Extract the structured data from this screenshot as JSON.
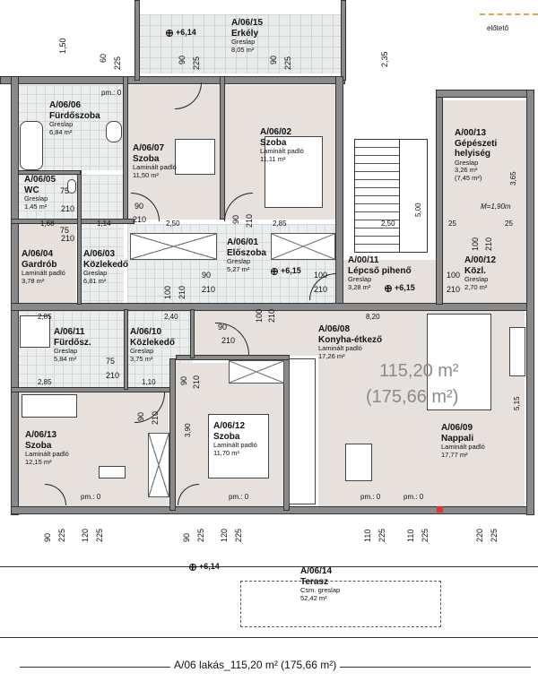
{
  "rooms": {
    "erkely": {
      "id": "A/06/15",
      "name": "Erkély",
      "material": "Greslap",
      "area": "8,05 m²"
    },
    "furdo1": {
      "id": "A/06/06",
      "name": "Fürdőszoba",
      "material": "Greslap",
      "area": "6,84 m²"
    },
    "szoba7": {
      "id": "A/06/07",
      "name": "Szoba",
      "material": "Laminált padló",
      "area": "11,50 m²"
    },
    "szoba2": {
      "id": "A/06/02",
      "name": "Szoba",
      "material": "Laminált padló",
      "area": "11,11 m²"
    },
    "gepesz": {
      "id": "A/00/13",
      "name": "Gépészeti",
      "name2": "helyiség",
      "material": "Greslap",
      "area": "3,26 m²",
      "area2": "(7,45 m²)"
    },
    "wc": {
      "id": "A/06/05",
      "name": "WC",
      "material": "Greslap",
      "area": "1,45 m²"
    },
    "gardrob": {
      "id": "A/06/04",
      "name": "Gardrób",
      "material": "Laminált padló",
      "area": "3,78 m²"
    },
    "kozl3": {
      "id": "A/06/03",
      "name": "Közlekedő",
      "material": "Greslap",
      "area": "6,81 m²"
    },
    "eloszoba": {
      "id": "A/06/01",
      "name": "Előszoba",
      "material": "Greslap",
      "area": "5,27 m²"
    },
    "lepcso": {
      "id": "A/00/11",
      "name": "Lépcső pihenő",
      "material": "Greslap",
      "area": "3,28 m²"
    },
    "kozl12": {
      "id": "A/00/12",
      "name": "Közl.",
      "material": "Greslap",
      "area": "2,70 m²"
    },
    "furdo11": {
      "id": "A/06/11",
      "name": "Fürdősz.",
      "material": "Greslap",
      "area": "5,84 m²"
    },
    "kozl10": {
      "id": "A/06/10",
      "name": "Közlekedő",
      "material": "Greslap",
      "area": "3,75 m²"
    },
    "konyha": {
      "id": "A/06/08",
      "name": "Konyha-étkező",
      "material": "Laminált padló",
      "area": "17,26 m²"
    },
    "szoba13": {
      "id": "A/06/13",
      "name": "Szoba",
      "material": "Laminált padló",
      "area": "12,15 m²"
    },
    "szoba12": {
      "id": "A/06/12",
      "name": "Szoba",
      "material": "Laminált padló",
      "area": "11,70 m²"
    },
    "nappali": {
      "id": "A/06/09",
      "name": "Nappali",
      "material": "Laminált padló",
      "area": "17,77 m²"
    },
    "terasz": {
      "id": "A/06/14",
      "name": "Terasz",
      "material": "Csm. greslap",
      "area": "52,42 m²"
    }
  },
  "totals": {
    "net": "115,20 m²",
    "gross": "(175,66 m²)"
  },
  "footer": {
    "apartment": "A/06 lakás_115,20  m² (175,66 m²)"
  },
  "labels": {
    "eloteto": "előtető",
    "stair_height": "M=1,90m"
  },
  "levels": {
    "l1": "+6,14",
    "l2": "+6,15",
    "l3": "+6,15",
    "l4": "+6,14"
  },
  "pm": {
    "p1": "pm.: 0",
    "p2": "pm.: 0",
    "p3": "pm.: 0",
    "p4": "pm.: 0",
    "p5": "pm.: 0"
  },
  "dims": {
    "d_150": "1,50",
    "d_60": "60",
    "d_225a": "225",
    "d_235": "2,35",
    "d_90a": "90",
    "d_225b": "225",
    "d_90b": "90",
    "d_225c": "225",
    "d_75a": "75",
    "d_210a": "210",
    "d_75b": "75",
    "d_210b": "210",
    "d_90c": "90",
    "d_210c": "210",
    "d_114": "1,14",
    "d_168": "1,68",
    "d_250": "2,50",
    "d_285a": "2,85",
    "d_250b": "2,50",
    "d_500": "5,00",
    "d_90d": "90",
    "d_210d": "210",
    "d_100a": "100",
    "d_210e": "210",
    "d_90e": "90",
    "d_210f": "210",
    "d_100b": "100",
    "d_210g": "210",
    "d_100c": "100",
    "d_210h": "210",
    "d_100d": "100",
    "d_210i": "210",
    "d_285b": "2,85",
    "d_240": "2,40",
    "d_820": "8,20",
    "d_90f": "90",
    "d_210j": "210",
    "d_100e": "100",
    "d_210k": "210",
    "d_75c": "75",
    "d_210l": "210",
    "d_90g": "90",
    "d_210m": "210",
    "d_90h": "90",
    "d_210n": "210",
    "d_285c": "2,85",
    "d_110": "1,10",
    "d_390": "3,90",
    "d_515": "5,15",
    "d_365": "3,65",
    "d_25a": "25",
    "d_25b": "25",
    "b90a": "90",
    "b225a": "225",
    "b120a": "120",
    "b225b": "225",
    "b90b": "90",
    "b225c": "225",
    "b120b": "120",
    "b225d": "225",
    "b110a": "110",
    "b225e": "225",
    "b110b": "110",
    "b225f": "225",
    "b220": "220",
    "b225g": "225"
  }
}
